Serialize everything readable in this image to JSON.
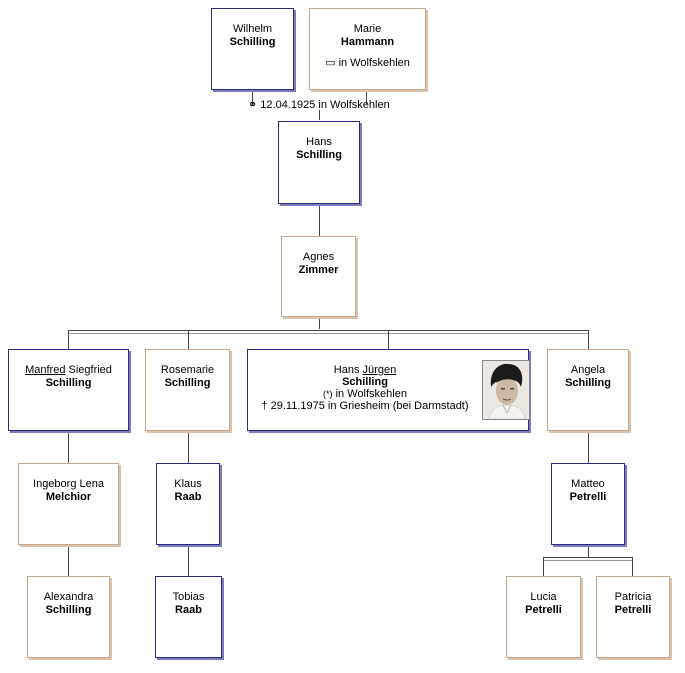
{
  "people": {
    "wilhelm": {
      "given": "Wilhelm",
      "surname": "Schilling"
    },
    "marie": {
      "given": "Marie",
      "surname": "Hammann",
      "birth_symbol": "▭",
      "birth_place": "in Wolfskehlen"
    },
    "hans": {
      "given": "Hans",
      "surname": "Schilling"
    },
    "agnes": {
      "given": "Agnes",
      "surname": "Zimmer"
    },
    "manfred": {
      "given_underlined": "Manfred",
      "given_rest": "Siegfried",
      "surname": "Schilling"
    },
    "rosemarie": {
      "given": "Rosemarie",
      "surname": "Schilling"
    },
    "hansjurgen": {
      "given_first": "Hans",
      "given_underlined": "Jürgen",
      "surname": "Schilling",
      "birth_symbol": "(*)",
      "birth_place": "in Wolfskehlen",
      "death_symbol": "†",
      "death_text": "29.11.1975 in Griesheim (bei Darmstadt)"
    },
    "angela": {
      "given": "Angela",
      "surname": "Schilling"
    },
    "ingeborg": {
      "given": "Ingeborg Lena",
      "surname": "Melchior"
    },
    "klaus": {
      "given": "Klaus",
      "surname": "Raab"
    },
    "matteo": {
      "given": "Matteo",
      "surname": "Petrelli"
    },
    "alexandra": {
      "given": "Alexandra",
      "surname": "Schilling"
    },
    "tobias": {
      "given": "Tobias",
      "surname": "Raab"
    },
    "lucia": {
      "given": "Lucia",
      "surname": "Petrelli"
    },
    "patricia": {
      "given": "Patricia",
      "surname": "Petrelli"
    }
  },
  "marriage": {
    "symbol": "⚭",
    "text": "12.04.1925 in Wolfskehlen"
  },
  "colors": {
    "male_border": "#2a2a8a",
    "female_border": "#c9a78c",
    "line": "#444444"
  }
}
